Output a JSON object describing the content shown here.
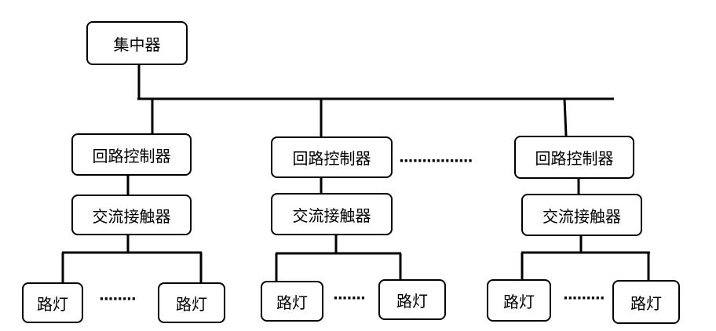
{
  "concentrator": {
    "label": "集中器"
  },
  "groups": [
    {
      "controller": "回路控制器",
      "contactor": "交流接触器",
      "lamp_left": "路灯",
      "lamp_right": "路灯",
      "ellipsis": "········"
    },
    {
      "controller": "回路控制器",
      "contactor": "交流接触器",
      "lamp_left": "路灯",
      "lamp_right": "路灯",
      "ellipsis": "·······"
    },
    {
      "controller": "回路控制器",
      "contactor": "交流接触器",
      "lamp_left": "路灯",
      "lamp_right": "路灯",
      "ellipsis": "·········"
    }
  ],
  "between_groups_ellipsis": "················"
}
